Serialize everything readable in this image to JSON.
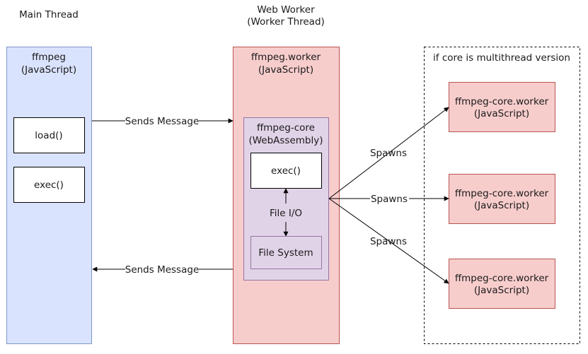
{
  "headers": {
    "main_thread": "Main Thread",
    "web_worker_line1": "Web Worker",
    "web_worker_line2": "(Worker Thread)"
  },
  "main": {
    "title_line1": "ffmpeg",
    "title_line2": "(JavaScript)",
    "load_label": "load()",
    "exec_label": "exec()"
  },
  "worker": {
    "title_line1": "ffmpeg.worker",
    "title_line2": "(JavaScript)"
  },
  "core": {
    "title_line1": "ffmpeg-core",
    "title_line2": "(WebAssembly)",
    "exec_label": "exec()",
    "file_io_label": "File I/O",
    "file_system_label": "File System"
  },
  "multithread": {
    "title": "if core is multithread version",
    "workers": [
      {
        "line1": "ffmpeg-core.worker",
        "line2": "(JavaScript)"
      },
      {
        "line1": "ffmpeg-core.worker",
        "line2": "(JavaScript)"
      },
      {
        "line1": "ffmpeg-core.worker",
        "line2": "(JavaScript)"
      }
    ]
  },
  "edges": {
    "sends_message_to_worker": "Sends Message",
    "sends_message_to_main": "Sends Message",
    "spawns": [
      "Spawns",
      "Spawns",
      "Spawns"
    ]
  },
  "colors": {
    "main_fill": "#dae3fd",
    "main_stroke": "#7e96c9",
    "worker_fill": "#f7cdcc",
    "worker_stroke": "#b85450",
    "core_fill": "#e1d3e7",
    "core_stroke": "#9673a6",
    "box_fill": "#ffffff",
    "line": "#000000"
  }
}
